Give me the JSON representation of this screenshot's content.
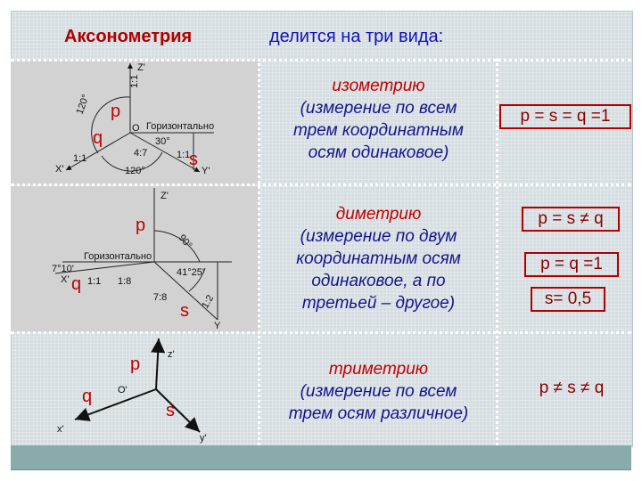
{
  "title": "Аксонометрия",
  "subtitle": "делится на три вида:",
  "types": [
    {
      "name": "изометрию",
      "description": [
        "(измерение по всем",
        "трем координатным",
        "осям одинаковое)"
      ],
      "formulas": [
        "p = s = q =1"
      ]
    },
    {
      "name": "диметрию",
      "description": [
        "(измерение по двум",
        "координатным осям",
        "одинаковое, а по",
        "третьей – другое)"
      ],
      "formulas": [
        "p = s ≠ q",
        "p = q =1",
        "s= 0,5"
      ]
    },
    {
      "name": "триметрию",
      "description": [
        "(измерение по всем",
        "трем осям различное)"
      ],
      "formulas": [
        "p ≠ s ≠ q"
      ]
    }
  ],
  "diagrams": {
    "iso": {
      "p": "p",
      "q": "q",
      "s": "s",
      "origin": "O",
      "x": "X'",
      "y": "Y'",
      "z": "Z'",
      "horizontal": "Горизонтально",
      "angle_top": "120°",
      "angle_bottom": "120°",
      "angle_30": "30°",
      "ratio_z": "1:1",
      "ratio_x": "1:1",
      "ratio_y": "1:1",
      "slope": "4:7"
    },
    "dim": {
      "p": "p",
      "q": "q",
      "s": "s",
      "x": "X'",
      "y": "Y",
      "z": "Z'",
      "horizontal": "Горизонтально",
      "angle_90": "90°",
      "angle_41": "41°25'",
      "angle_7": "7°10'",
      "ratio_x": "1:1",
      "ratio_y": "1:2",
      "slope_x": "1:8",
      "slope_y": "7:8"
    },
    "tri": {
      "p": "p",
      "q": "q",
      "s": "s",
      "origin": "O'",
      "x": "x'",
      "y": "y'",
      "z": "z'"
    }
  },
  "colors": {
    "title": "#b00000",
    "subtitle": "#1010c0",
    "description": "#14148c",
    "box_border": "#b00000",
    "bottom_bar": "#89abab"
  }
}
